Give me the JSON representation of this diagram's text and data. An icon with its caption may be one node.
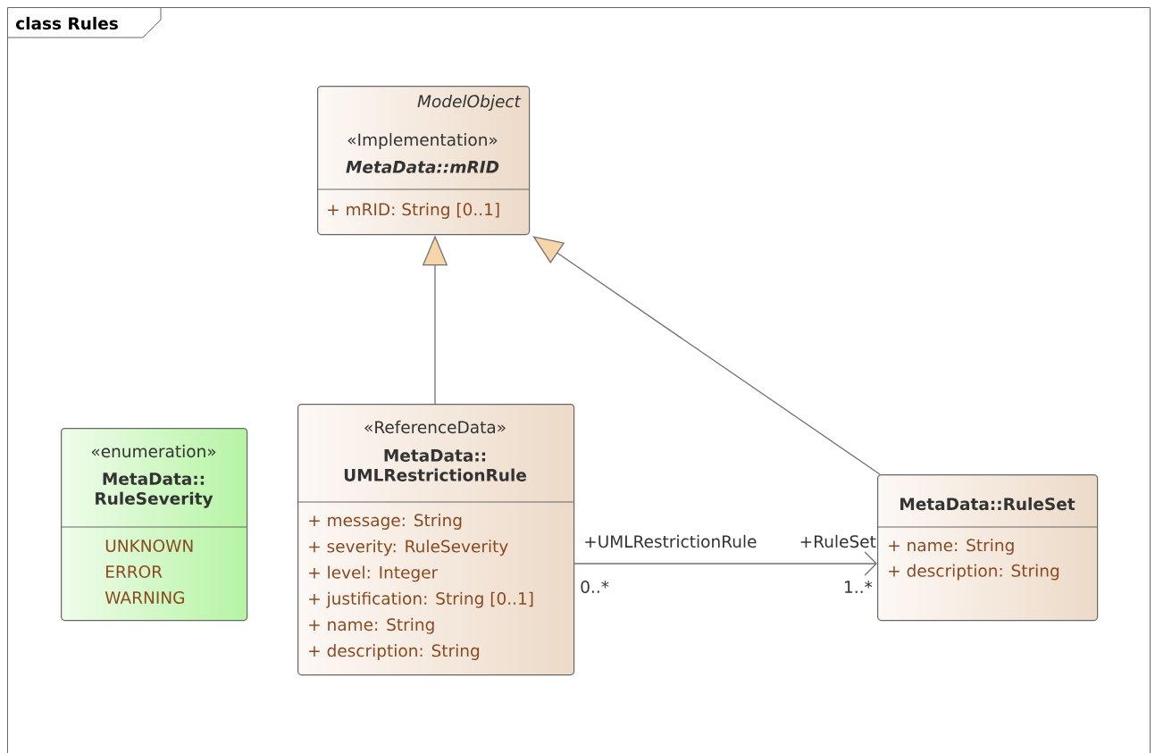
{
  "diagram": {
    "nodes": [
      {
        "text": [
          "class Rules"
        ]
      },
      {
        "text": [
          "ModelObject",
          "«Implementation»",
          "MetaData::mRID",
          "+ mRID: String [0..1]"
        ],
        "in": 0
      },
      {
        "text": [
          "«enumeration»",
          "MetaData:: RuleSeverity",
          "UNKNOWN",
          "ERROR",
          "WARNING"
        ],
        "in": 0
      },
      {
        "text": [
          "«ReferenceData»",
          "MetaData:: UMLRestrictionRule",
          "+ message: String",
          "+ severity: RuleSeverity",
          "+ level: Integer",
          "+ justification: String [0..1]",
          "+ name: String",
          "+ description: String"
        ],
        "in": 0
      },
      {
        "text": [
          "MetaData::RuleSet",
          "+ name: String",
          "+ description: String"
        ],
        "in": 0
      }
    ],
    "edges": [
      {
        "from": 3,
        "to": 1,
        "arrow": "to"
      },
      {
        "from": 4,
        "to": 1,
        "arrow": "to"
      },
      {
        "from": 3,
        "to": 4,
        "arrow": "to"
      }
    ],
    "labels": [
      "+UMLRestrictionRule",
      "+RuleSet",
      "0..*",
      "1..*"
    ]
  }
}
